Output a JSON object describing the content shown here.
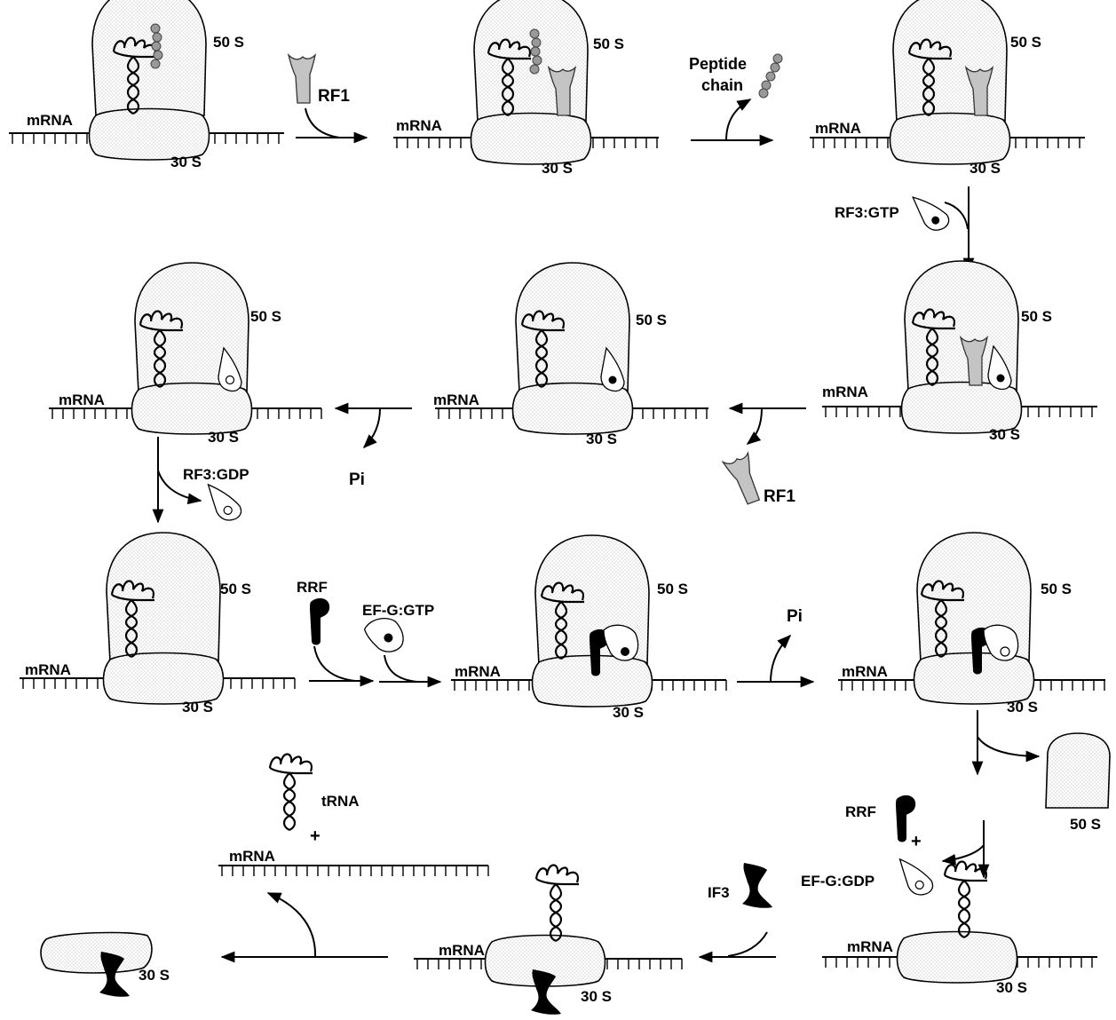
{
  "labels": {
    "s50": "50 S",
    "s30": "30 S",
    "mrna": "mRNA",
    "rf1": "RF1",
    "peptide_line1": "Peptide",
    "peptide_line2": "chain",
    "rf3_gtp": "RF3:GTP",
    "rf3_gdp": "RF3:GDP",
    "pi": "Pi",
    "rrf": "RRF",
    "efg_gtp": "EF-G:GTP",
    "efg_gdp": "EF-G:GDP",
    "trna": "tRNA",
    "plus": "+",
    "if3": "IF3"
  },
  "colors": {
    "background": "#ffffff",
    "ink": "#000000",
    "release_factor_1": "#c4c4c4",
    "stipple": "#9a9a9a",
    "peptide": "#999999"
  }
}
